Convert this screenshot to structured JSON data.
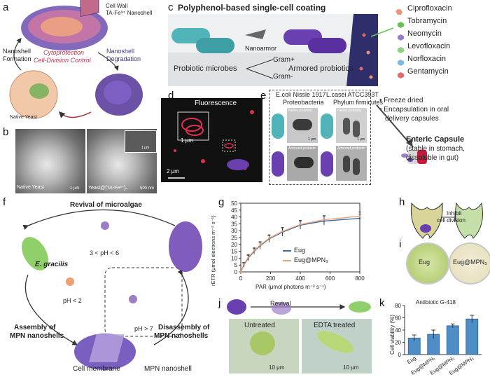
{
  "panels": {
    "a": {
      "letter": "a",
      "cell_wall": "Cell Wall",
      "nanoshell": "TA-Fe³⁺ Nanoshell",
      "nanoshell_formation_1": "Nanoshell",
      "nanoshell_formation_2": "Formation",
      "cytoprotection": "Cytoprotection",
      "cell_division": "Cell-Division Control",
      "nanoshell_degradation_1": "Nanoshell",
      "nanoshell_degradation_2": "Degradation",
      "native_yeast": "Native Yeast"
    },
    "b": {
      "letter": "b",
      "left_label": "Native Yeast",
      "left_scale": "1 μm",
      "right_label": "Yeast@[TA-Fe³⁺]ₙ",
      "right_scale": "500 nm",
      "inset_scale": "1 μm"
    },
    "c": {
      "letter": "c",
      "title": "Polyphenol-based single-cell coating",
      "nanoarmor": "Nanoarmor",
      "probiotic": "Probiotic microbes",
      "gram_pos": "Gram+",
      "gram_neg": "Gram-",
      "armored": "Armored probiotics",
      "antibiotics": [
        "Ciprofloxacin",
        "Tobramycin",
        "Neomycin",
        "Levofloxacin",
        "Norfloxacin",
        "Gentamycin"
      ],
      "antibiotic_colors": [
        "#e9967a",
        "#6bbf59",
        "#9b7fc6",
        "#8fcf7f",
        "#7fb8e0",
        "#e06a6a"
      ]
    },
    "d": {
      "letter": "d",
      "fluorescence": "Fluorescence",
      "inset_scale": "1 μm",
      "scale": "2 μm"
    },
    "e": {
      "letter": "e",
      "col1_title": "E.coli Nissle 1917",
      "col1_sub": "Proteobacteria",
      "col2_title": "L.casei ATCC393T",
      "col2_sub": "Phylum firmicutes",
      "native": "Native probiotic",
      "armored": "Armored probiotic",
      "scale": "1 μm"
    },
    "capsule": {
      "bullet1": "• Freeze dried",
      "bullet2": "• Encapsulation in oral",
      "bullet3": "delivery capsules",
      "title": "Enteric Capsule",
      "desc1": "(stable in stomach,",
      "desc2": "dissoluble in gut)"
    },
    "f": {
      "letter": "f",
      "revival": "Revival of microalgae",
      "organism": "E. gracilis",
      "ph_mid": "3 < pH < 6",
      "ph_low": "pH < 2",
      "ph_high": "pH > 7",
      "assembly_1": "Assembly of",
      "assembly_2": "MPN nanoshells",
      "disassembly_1": "Disassembly of",
      "disassembly_2": "MPN nanoshells",
      "cell_membrane": "Cell membrane",
      "mpn_nanoshell": "MPN nanoshell"
    },
    "g": {
      "letter": "g",
      "ylabel": "rETR (μmol electrons m⁻² s⁻¹)",
      "xlabel": "PAR (μmol photons m⁻² s⁻¹)",
      "legend": [
        "Eug",
        "Eug@MPN₃"
      ]
    },
    "h": {
      "letter": "h",
      "inhibit_1": "Inhibit",
      "inhibit_2": "cell division"
    },
    "i": {
      "letter": "i",
      "left": "Eug",
      "right": "Eug@MPN₃"
    },
    "j": {
      "letter": "j",
      "revival": "Revival",
      "untreated": "Untreated",
      "edta": "EDTA treated",
      "scale_left": "10 μm",
      "scale_right": "10 μm"
    },
    "k": {
      "letter": "k",
      "annotation": "Antibiotic G-418",
      "ylabel": "Cell viability (%)"
    }
  },
  "chart_data": [
    {
      "type": "line",
      "panel": "g",
      "xlabel": "PAR (μmol photons m⁻² s⁻¹)",
      "ylabel": "rETR (μmol electrons m⁻² s⁻¹)",
      "xlim": [
        0,
        800
      ],
      "ylim": [
        0,
        50
      ],
      "xticks": [
        0,
        200,
        400,
        600,
        800
      ],
      "yticks": [
        0,
        5,
        10,
        15,
        20,
        25,
        30,
        35,
        40,
        45,
        50
      ],
      "legend": "center-right",
      "series": [
        {
          "name": "Eug",
          "color": "#3a6ea5",
          "x": [
            0,
            20,
            50,
            90,
            130,
            190,
            280,
            400,
            560,
            800
          ],
          "y": [
            0,
            5,
            10,
            15,
            19,
            24,
            29,
            34,
            37,
            39
          ],
          "err": [
            0,
            1.5,
            2,
            2,
            2.5,
            2.5,
            3,
            3,
            3,
            3
          ]
        },
        {
          "name": "Eug@MPN₃",
          "color": "#e8a07a",
          "x": [
            0,
            20,
            50,
            90,
            130,
            190,
            280,
            400,
            560,
            800
          ],
          "y": [
            0,
            5.5,
            10.5,
            15.5,
            19.5,
            24.5,
            29.5,
            34.5,
            38,
            40.5
          ],
          "err": [
            0,
            1.5,
            2,
            2,
            2.5,
            2.5,
            3,
            3,
            3,
            3
          ]
        }
      ]
    },
    {
      "type": "bar",
      "panel": "k",
      "categories": [
        "Eug",
        "Eug@MPN₁",
        "Eug@MPN₂",
        "Eug@MPN₃"
      ],
      "values": [
        27,
        33,
        47,
        58
      ],
      "errors": [
        5,
        7,
        3,
        6
      ],
      "ylabel": "Cell viability (%)",
      "ylim": [
        0,
        80
      ],
      "yticks": [
        0,
        20,
        40,
        60,
        80
      ]
    }
  ]
}
